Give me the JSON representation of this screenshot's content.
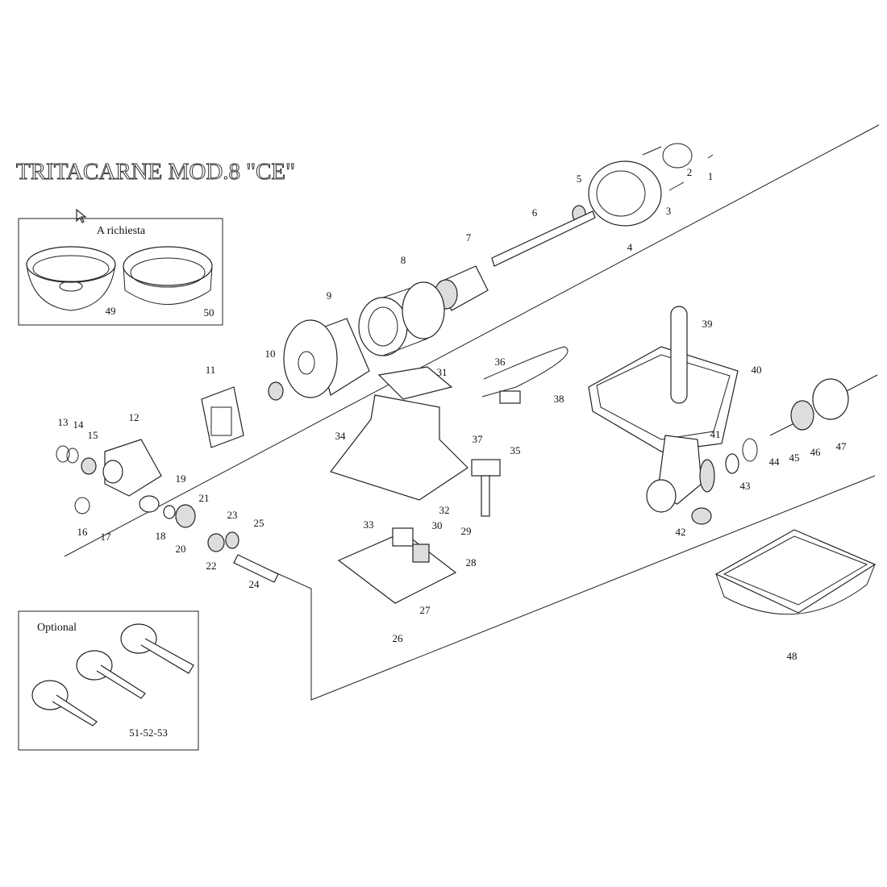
{
  "title": "TRITACARNE MOD.8 \"CE\"",
  "boxes": {
    "on_request": {
      "title": "A richiesta",
      "items": [
        "49",
        "50"
      ]
    },
    "optional": {
      "title": "Optional",
      "items": "51-52-53"
    }
  },
  "part_labels": [
    "1",
    "2",
    "3",
    "4",
    "5",
    "6",
    "7",
    "8",
    "9",
    "10",
    "11",
    "12",
    "13",
    "14",
    "15",
    "16",
    "17",
    "18",
    "19",
    "20",
    "21",
    "22",
    "23",
    "24",
    "25",
    "26",
    "27",
    "28",
    "29",
    "30",
    "31",
    "32",
    "33",
    "34",
    "35",
    "36",
    "37",
    "38",
    "39",
    "40",
    "41",
    "42",
    "43",
    "44",
    "45",
    "46",
    "47",
    "48"
  ]
}
